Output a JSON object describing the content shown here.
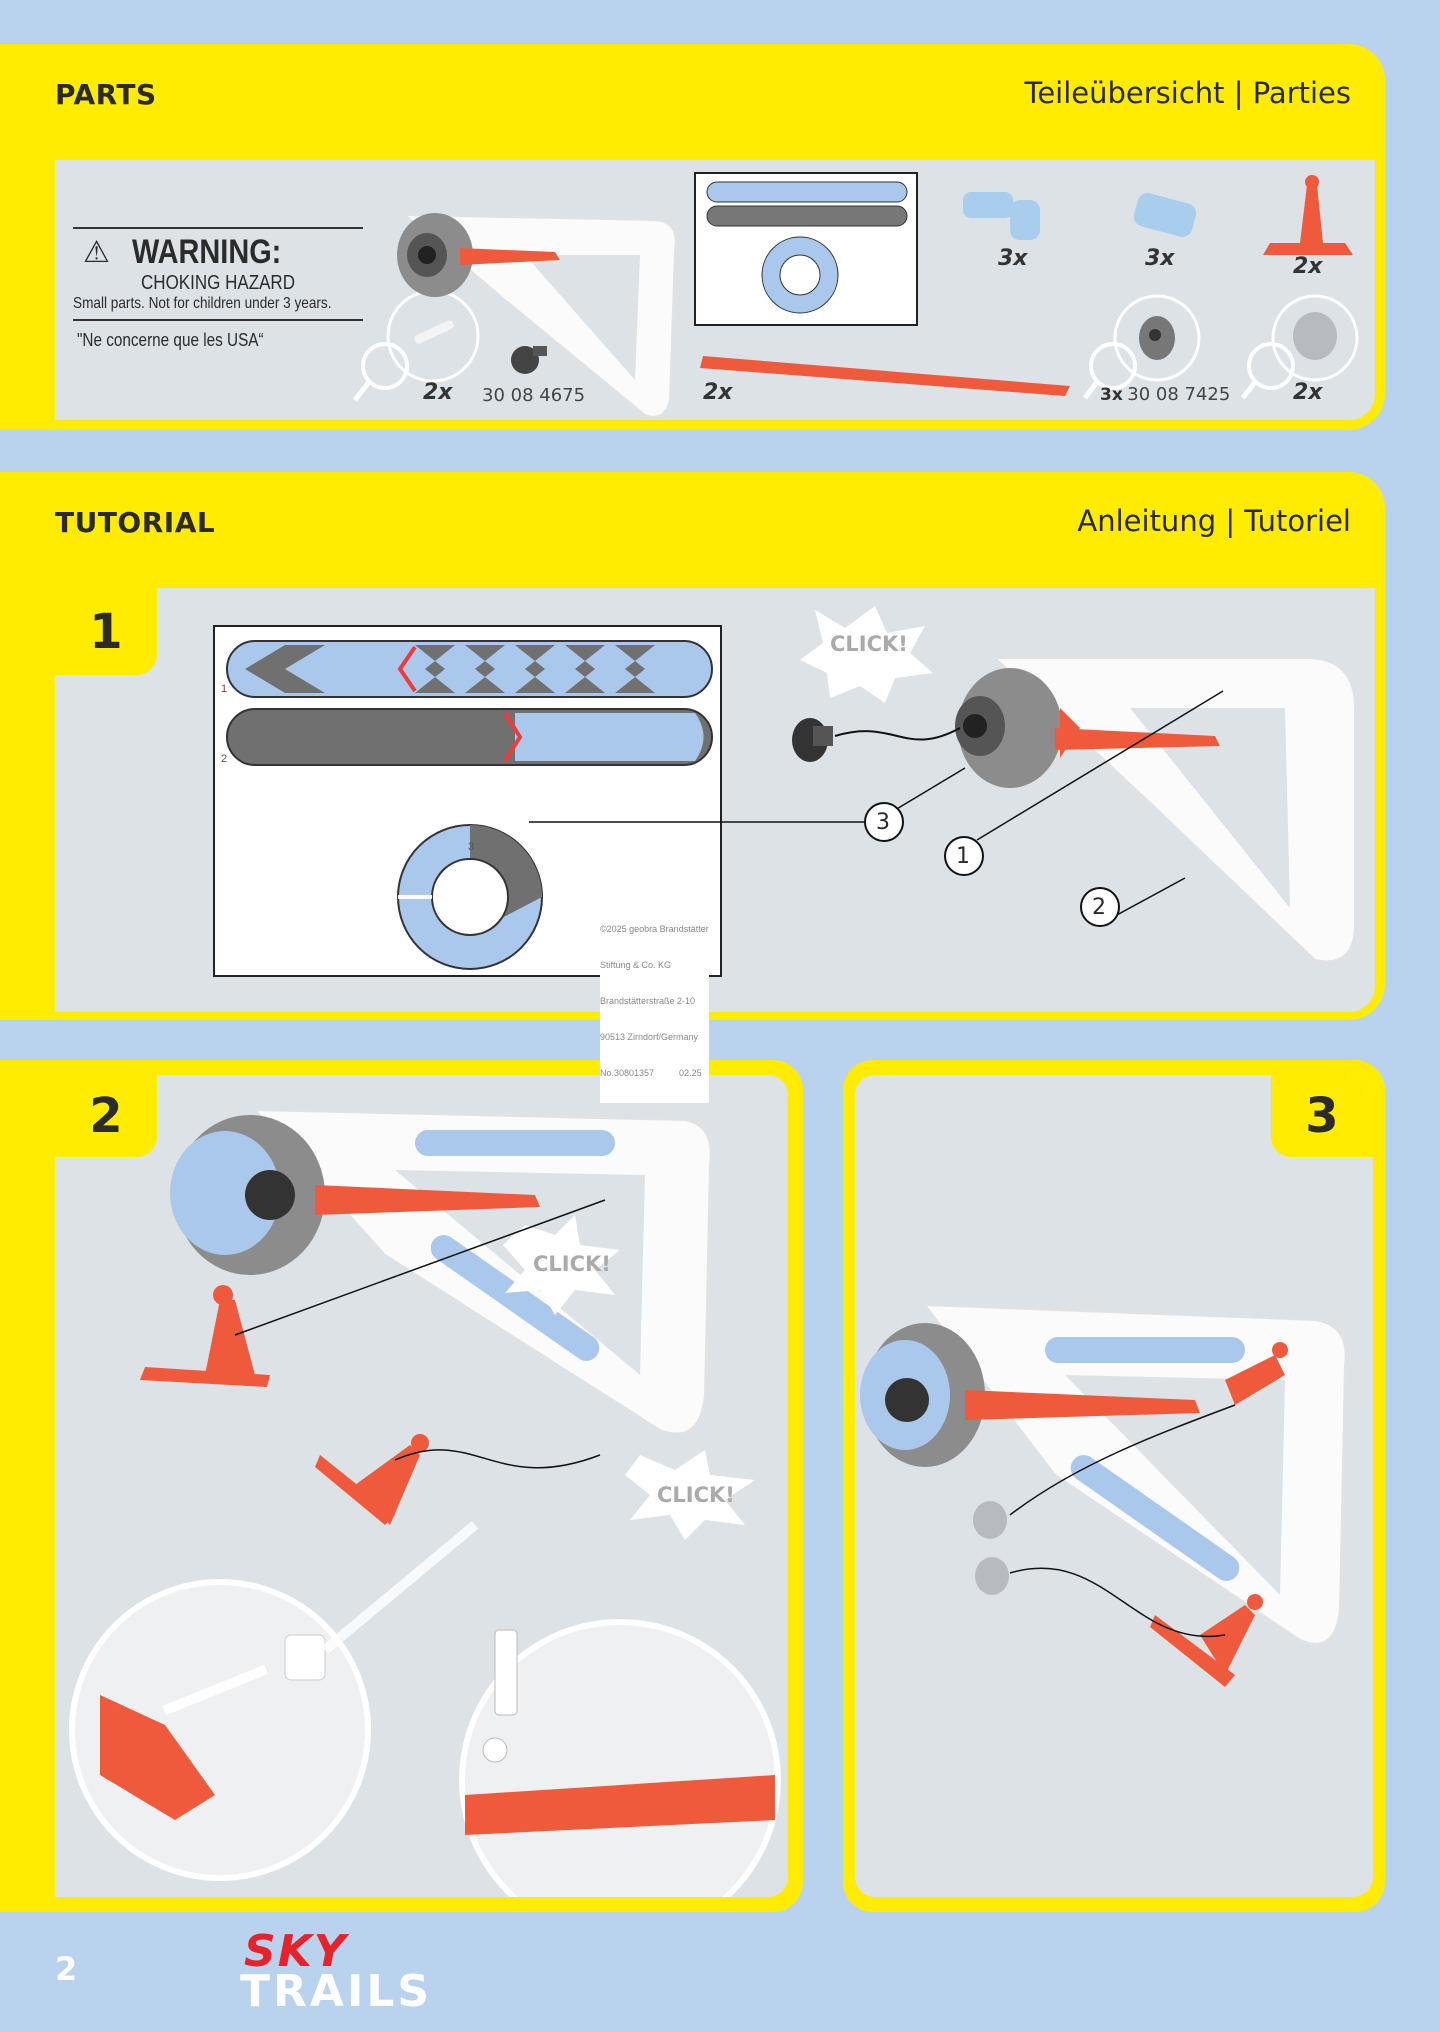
{
  "parts": {
    "title": "PARTS",
    "title_translations": "Teileübersicht | Parties",
    "warning": {
      "heading": "WARNING:",
      "subheading": "CHOKING HAZARD",
      "text": "Small parts. Not for children under 3 years.",
      "note": "\"Ne concerne que les USA“"
    },
    "items": [
      {
        "name": "pin",
        "count": "2x"
      },
      {
        "name": "threaded-cap",
        "article_no": "30 08 4675"
      },
      {
        "name": "track",
        "count": "2x"
      },
      {
        "name": "connector",
        "count": "3x"
      },
      {
        "name": "sleeve",
        "count": "3x"
      },
      {
        "name": "launcher-stand",
        "count": "2x"
      },
      {
        "name": "washer",
        "count": "3x",
        "article_no": "30 08 7425"
      },
      {
        "name": "ball",
        "count": "2x"
      }
    ]
  },
  "tutorial": {
    "title": "TUTORIAL",
    "title_translations": "Anleitung | Tutoriel",
    "steps": [
      {
        "number": "1",
        "sticker_sheet": {
          "labels": [
            "1",
            "2",
            "3"
          ],
          "imprint": [
            "©2025 geobra Brandstätter",
            "Stiftung & Co. KG",
            "Brandstätterstraße 2-10",
            "90513 Zirndorf/Germany",
            "No.30801357          02.25"
          ]
        },
        "callouts": [
          "1",
          "2",
          "3"
        ],
        "click_label": "CLICK!"
      },
      {
        "number": "2",
        "click_labels": [
          "CLICK!",
          "CLICK!"
        ]
      },
      {
        "number": "3"
      }
    ]
  },
  "footer": {
    "page_number": "2",
    "logo_top": "SKY",
    "logo_bottom": "TRAILS"
  },
  "colors": {
    "background": "#b9d2ee",
    "panel": "#ffec00",
    "inner": "#dde2e7",
    "accent_red": "#ef5a3c",
    "logo_red": "#e8222a"
  }
}
